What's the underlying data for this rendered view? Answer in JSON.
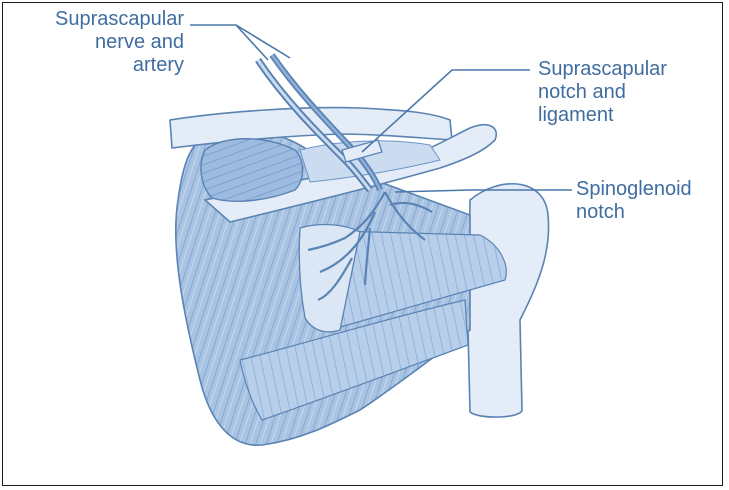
{
  "figure": {
    "labels": {
      "suprascapular_nerve": [
        "Suprascapular",
        "nerve and",
        "artery"
      ],
      "suprascapular_notch": [
        "Suprascapular",
        "notch and",
        "ligament"
      ],
      "spinoglenoid_notch": [
        "Spinoglenoid",
        "notch"
      ]
    },
    "colors": {
      "text": "#3f6d9f",
      "leader_line": "#4a78a8",
      "muscle_fill": "#a9c3e3",
      "muscle_dark": "#7fa2cf",
      "bone_fill": "#e3ecf7",
      "outline": "#5a83b3"
    }
  }
}
